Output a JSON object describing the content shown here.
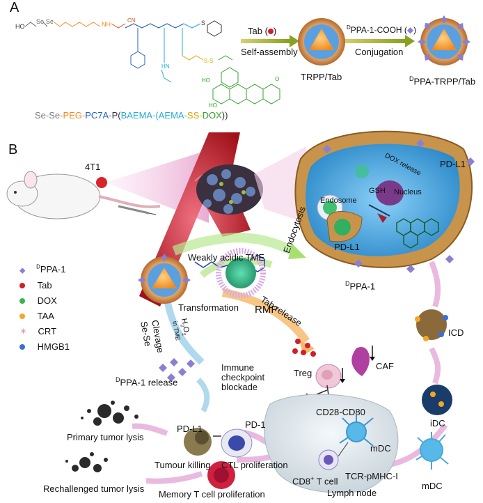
{
  "panel_a": {
    "label": "A",
    "polymer_name_parts": [
      {
        "text": "Se-Se-",
        "color": "#7a7a7a"
      },
      {
        "text": "PEG-",
        "color": "#f08a24"
      },
      {
        "text": "PC7A-",
        "color": "#2060c0"
      },
      {
        "text": "P(",
        "color": "#333333"
      },
      {
        "text": "BAEMA-",
        "color": "#2aa8d8"
      },
      {
        "text": "(AEMA-",
        "color": "#2aa8d8"
      },
      {
        "text": "SS-",
        "color": "#d6a800"
      },
      {
        "text": "DOX",
        "color": "#33a02c"
      },
      {
        "text": "))",
        "color": "#333333"
      }
    ],
    "step1_reagent": "Tab (",
    "step1_reagent_end": ")",
    "step1_label": "Self-assembly",
    "step1_product": "TRPP/Tab",
    "step2_reagent_prefix": "D",
    "step2_reagent": "PPA-1-COOH (",
    "step2_reagent_end": ")",
    "step2_label": "Conjugation",
    "step2_product_prefix": "D",
    "step2_product": "PPA-TRPP/Tab"
  },
  "panel_b": {
    "label": "B",
    "mouse_label": "4T1",
    "pdl1_top": "PD-L1",
    "dox_release": "DOX release",
    "gsh": "GSH",
    "nucleus": "Nucleus",
    "endosome": "Endosome",
    "endocytosis": "Endocytosis",
    "pdl1_cell": "PD-L1",
    "dppa1_prefix": "D",
    "dppa1": "PPA-1",
    "weakly_acidic": "Weakly acidic TME",
    "transformation": "Transformation",
    "rmp": "RMP",
    "tab_release": "Tab release",
    "clevage": "Clevage",
    "sese": "Se-Se",
    "h2o2": "H",
    "h2o2_sub": "2",
    "h2o2_o": "O",
    "h2o2_sub2": "2",
    "in_tme": "in TME",
    "dppa1_release_prefix": "D",
    "dppa1_release": "PPA-1 release",
    "immune_checkpoint": "Immune",
    "immune_checkpoint2": "checkpoint",
    "immune_checkpoint3": "blockade",
    "treg": "Treg",
    "caf": "CAF",
    "icd": "ICD",
    "idc": "iDC",
    "mdc_right": "mDC",
    "pdl1_lower": "PD-L1",
    "pd1": "PD-1",
    "primary_lysis": "Primary tumor lysis",
    "tumour_killing": "Tumour killing",
    "ctl_prolif": "CTL proliferation",
    "cd28": "CD28-CD80",
    "mdc_node": "mDC",
    "cd8": "CD8",
    "cd8_sup": "+",
    "tcell": " T cell",
    "tcr": "TCR-pMHC-I",
    "lymph": "Lymph node",
    "rechallenge": "Rechallenged tumor lysis",
    "memory": "Memory T cell proliferation"
  },
  "legend": {
    "items": [
      {
        "prefix": "D",
        "label": "PPA-1",
        "icon": "diamond-icon",
        "color": "#8a7fd0"
      },
      {
        "prefix": "",
        "label": "Tab",
        "icon": "red-dot-icon",
        "color": "#d0202a"
      },
      {
        "prefix": "",
        "label": "DOX",
        "icon": "green-dot-icon",
        "color": "#39b54a"
      },
      {
        "prefix": "",
        "label": "TAA",
        "icon": "orange-dot-icon",
        "color": "#f5a623"
      },
      {
        "prefix": "",
        "label": "CRT",
        "icon": "star-icon",
        "color": "#e59bb0"
      },
      {
        "prefix": "",
        "label": "HMGB1",
        "icon": "blue-dot-icon",
        "color": "#3a6fd8"
      }
    ]
  },
  "colors": {
    "vessel": "#c4202a",
    "tumor_cell_bg": "#c8a060",
    "tumor_cytoplasm": "#4aa8e0",
    "nanoparticle_core": "#f4a030",
    "nanoparticle_shell": "#d28c3c",
    "arrow_pink": "#e3a8d8",
    "arrow_green": "#a8e070",
    "arrow_blue": "#9ccfe8",
    "arrow_orange": "#f5b868",
    "lymph_node": "#dde6ea"
  }
}
